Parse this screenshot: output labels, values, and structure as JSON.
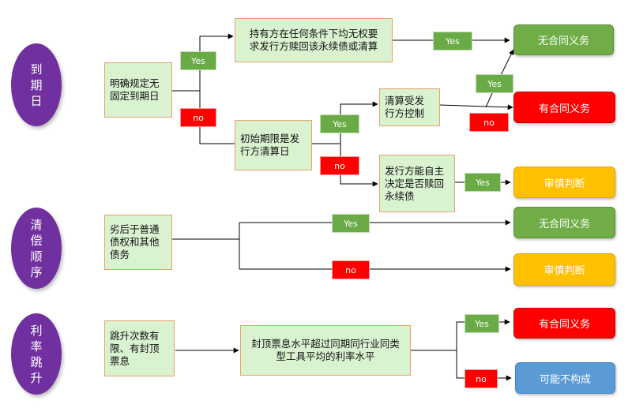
{
  "categories": {
    "maturity": "到\n期\n日",
    "repayment": "清\n偿\n顺\n序",
    "rate_step_up": "利\n率\n跳\n升"
  },
  "conditions": {
    "explicit_no_maturity": "明确规定无\n固定到期日",
    "holder_no_right": "持有方在任何条件下均无权要\n求发行方赎回该永续债或清算",
    "initial_term_liquidation": "初始期限是发\n行方清算日",
    "liquidation_controlled": "清算受发\n行方控制",
    "issuer_decides_redeem": "发行方能自主\n决定是否赎回\n永续债",
    "subordinated": "劣后于普通\n债权和其他\n债务",
    "limited_step_up": "跳升次数有\n限、有封顶\n票息",
    "cap_exceeds_peer": "封顶票息水平超过同期同行业同类\n型工具平均的利率水平"
  },
  "labels": {
    "yes": "Yes",
    "no": "no"
  },
  "results": {
    "no_obligation_1": "无合同义务",
    "has_obligation_1": "有合同义务",
    "prudent_1": "审慎判断",
    "no_obligation_2": "无合同义务",
    "prudent_2": "审慎判断",
    "has_obligation_2": "有合同义务",
    "may_not_constitute": "可能不构成"
  },
  "colors": {
    "category_oval": "#7030a0",
    "condition_fill": "#d9f2d0",
    "condition_border": "#e8a26a",
    "yes_tag": "#6aab47",
    "no_tag": "#ff0000",
    "result_green": "#70ad47",
    "result_red": "#ff0000",
    "result_yellow": "#ffc000",
    "result_blue": "#5b9bd5",
    "connector": "#000000"
  }
}
